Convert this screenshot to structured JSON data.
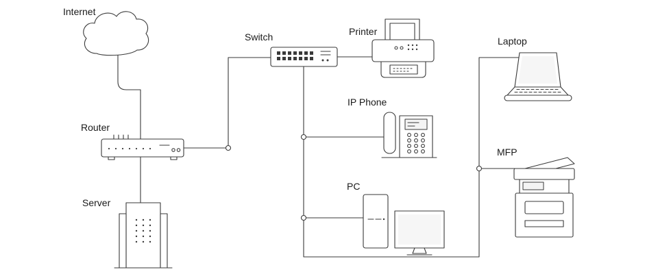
{
  "diagram": {
    "type": "network-topology",
    "colors": {
      "background": "#ffffff",
      "stroke": "#3a3a3a",
      "panel_light": "#f4f4f4",
      "label_text": "#1a1a1a"
    },
    "labels": {
      "internet": "Internet",
      "router": "Router",
      "server": "Server",
      "switch": "Switch",
      "printer": "Printer",
      "ip_phone": "IP Phone",
      "pc": "PC",
      "laptop": "Laptop",
      "mfp": "MFP"
    },
    "nodes": [
      {
        "id": "internet",
        "label": "Internet",
        "icon": "cloud-icon"
      },
      {
        "id": "router",
        "label": "Router",
        "icon": "router-icon"
      },
      {
        "id": "server",
        "label": "Server",
        "icon": "server-tower-icon"
      },
      {
        "id": "switch",
        "label": "Switch",
        "icon": "network-switch-icon"
      },
      {
        "id": "printer",
        "label": "Printer",
        "icon": "printer-icon"
      },
      {
        "id": "ip_phone",
        "label": "IP Phone",
        "icon": "desk-phone-icon"
      },
      {
        "id": "pc",
        "label": "PC",
        "icon": "desktop-computer-icon"
      },
      {
        "id": "laptop",
        "label": "Laptop",
        "icon": "laptop-icon"
      },
      {
        "id": "mfp",
        "label": "MFP",
        "icon": "multifunction-printer-icon"
      }
    ],
    "connections": [
      {
        "from": "internet",
        "to": "router"
      },
      {
        "from": "router",
        "to": "server"
      },
      {
        "from": "router",
        "to": "switch"
      },
      {
        "from": "switch",
        "to": "printer"
      },
      {
        "from": "switch",
        "to": "ip_phone"
      },
      {
        "from": "switch",
        "to": "pc"
      },
      {
        "from": "switch",
        "to": "laptop"
      },
      {
        "from": "switch",
        "to": "mfp"
      }
    ]
  }
}
